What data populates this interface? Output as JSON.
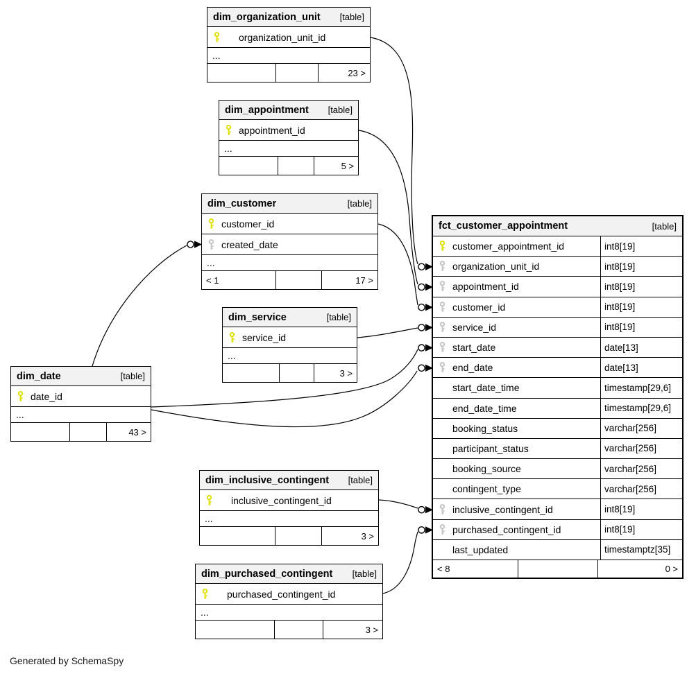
{
  "footer_note": "Generated by SchemaSpy",
  "colors": {
    "primary_key": "#e0e000",
    "foreign_key": "#c4c4c4",
    "header_bg": "#f2f2f2",
    "border": "#000000"
  },
  "tables": [
    {
      "id": "dim_organization_unit",
      "name": "dim_organization_unit",
      "tag": "[table]",
      "columns": [
        {
          "name": "organization_unit_id",
          "key": "pk"
        }
      ],
      "ellipsis": "...",
      "footer": {
        "left": "",
        "mid": "",
        "right": "23 >"
      }
    },
    {
      "id": "dim_appointment",
      "name": "dim_appointment",
      "tag": "[table]",
      "columns": [
        {
          "name": "appointment_id",
          "key": "pk"
        }
      ],
      "ellipsis": "...",
      "footer": {
        "left": "",
        "mid": "",
        "right": "5 >"
      }
    },
    {
      "id": "dim_customer",
      "name": "dim_customer",
      "tag": "[table]",
      "columns": [
        {
          "name": "customer_id",
          "key": "pk"
        },
        {
          "name": "created_date",
          "key": "fk"
        }
      ],
      "ellipsis": "...",
      "footer": {
        "left": "< 1",
        "mid": "",
        "right": "17 >"
      }
    },
    {
      "id": "dim_service",
      "name": "dim_service",
      "tag": "[table]",
      "columns": [
        {
          "name": "service_id",
          "key": "pk"
        }
      ],
      "ellipsis": "...",
      "footer": {
        "left": "",
        "mid": "",
        "right": "3 >"
      }
    },
    {
      "id": "dim_date",
      "name": "dim_date",
      "tag": "[table]",
      "columns": [
        {
          "name": "date_id",
          "key": "pk"
        }
      ],
      "ellipsis": "...",
      "footer": {
        "left": "",
        "mid": "",
        "right": "43 >"
      }
    },
    {
      "id": "dim_inclusive_contingent",
      "name": "dim_inclusive_contingent",
      "tag": "[table]",
      "columns": [
        {
          "name": "inclusive_contingent_id",
          "key": "pk"
        }
      ],
      "ellipsis": "...",
      "footer": {
        "left": "",
        "mid": "",
        "right": "3 >"
      }
    },
    {
      "id": "dim_purchased_contingent",
      "name": "dim_purchased_contingent",
      "tag": "[table]",
      "columns": [
        {
          "name": "purchased_contingent_id",
          "key": "pk"
        }
      ],
      "ellipsis": "...",
      "footer": {
        "left": "",
        "mid": "",
        "right": "3 >"
      }
    },
    {
      "id": "fct_customer_appointment",
      "name": "fct_customer_appointment",
      "tag": "[table]",
      "columns": [
        {
          "name": "customer_appointment_id",
          "key": "pk",
          "type": "int8[19]"
        },
        {
          "name": "organization_unit_id",
          "key": "fk",
          "type": "int8[19]"
        },
        {
          "name": "appointment_id",
          "key": "fk",
          "type": "int8[19]"
        },
        {
          "name": "customer_id",
          "key": "fk",
          "type": "int8[19]"
        },
        {
          "name": "service_id",
          "key": "fk",
          "type": "int8[19]"
        },
        {
          "name": "start_date",
          "key": "fk",
          "type": "date[13]"
        },
        {
          "name": "end_date",
          "key": "fk",
          "type": "date[13]"
        },
        {
          "name": "start_date_time",
          "key": "",
          "type": "timestamp[29,6]"
        },
        {
          "name": "end_date_time",
          "key": "",
          "type": "timestamp[29,6]"
        },
        {
          "name": "booking_status",
          "key": "",
          "type": "varchar[256]"
        },
        {
          "name": "participant_status",
          "key": "",
          "type": "varchar[256]"
        },
        {
          "name": "booking_source",
          "key": "",
          "type": "varchar[256]"
        },
        {
          "name": "contingent_type",
          "key": "",
          "type": "varchar[256]"
        },
        {
          "name": "inclusive_contingent_id",
          "key": "fk",
          "type": "int8[19]"
        },
        {
          "name": "purchased_contingent_id",
          "key": "fk",
          "type": "int8[19]"
        },
        {
          "name": "last_updated",
          "key": "",
          "type": "timestamptz[35]"
        }
      ],
      "ellipsis": "",
      "footer": {
        "left": "< 8",
        "mid": "",
        "right": "0 >"
      }
    }
  ],
  "relationships": [
    {
      "from": "dim_organization_unit.organization_unit_id",
      "to": "fct_customer_appointment.organization_unit_id"
    },
    {
      "from": "dim_appointment.appointment_id",
      "to": "fct_customer_appointment.appointment_id"
    },
    {
      "from": "dim_customer.customer_id",
      "to": "fct_customer_appointment.customer_id"
    },
    {
      "from": "dim_service.service_id",
      "to": "fct_customer_appointment.service_id"
    },
    {
      "from": "dim_date.date_id",
      "to": "fct_customer_appointment.start_date"
    },
    {
      "from": "dim_date.date_id",
      "to": "fct_customer_appointment.end_date"
    },
    {
      "from": "dim_date.date_id",
      "to": "dim_customer.created_date"
    },
    {
      "from": "dim_inclusive_contingent.inclusive_contingent_id",
      "to": "fct_customer_appointment.inclusive_contingent_id"
    },
    {
      "from": "dim_purchased_contingent.purchased_contingent_id",
      "to": "fct_customer_appointment.purchased_contingent_id"
    }
  ]
}
